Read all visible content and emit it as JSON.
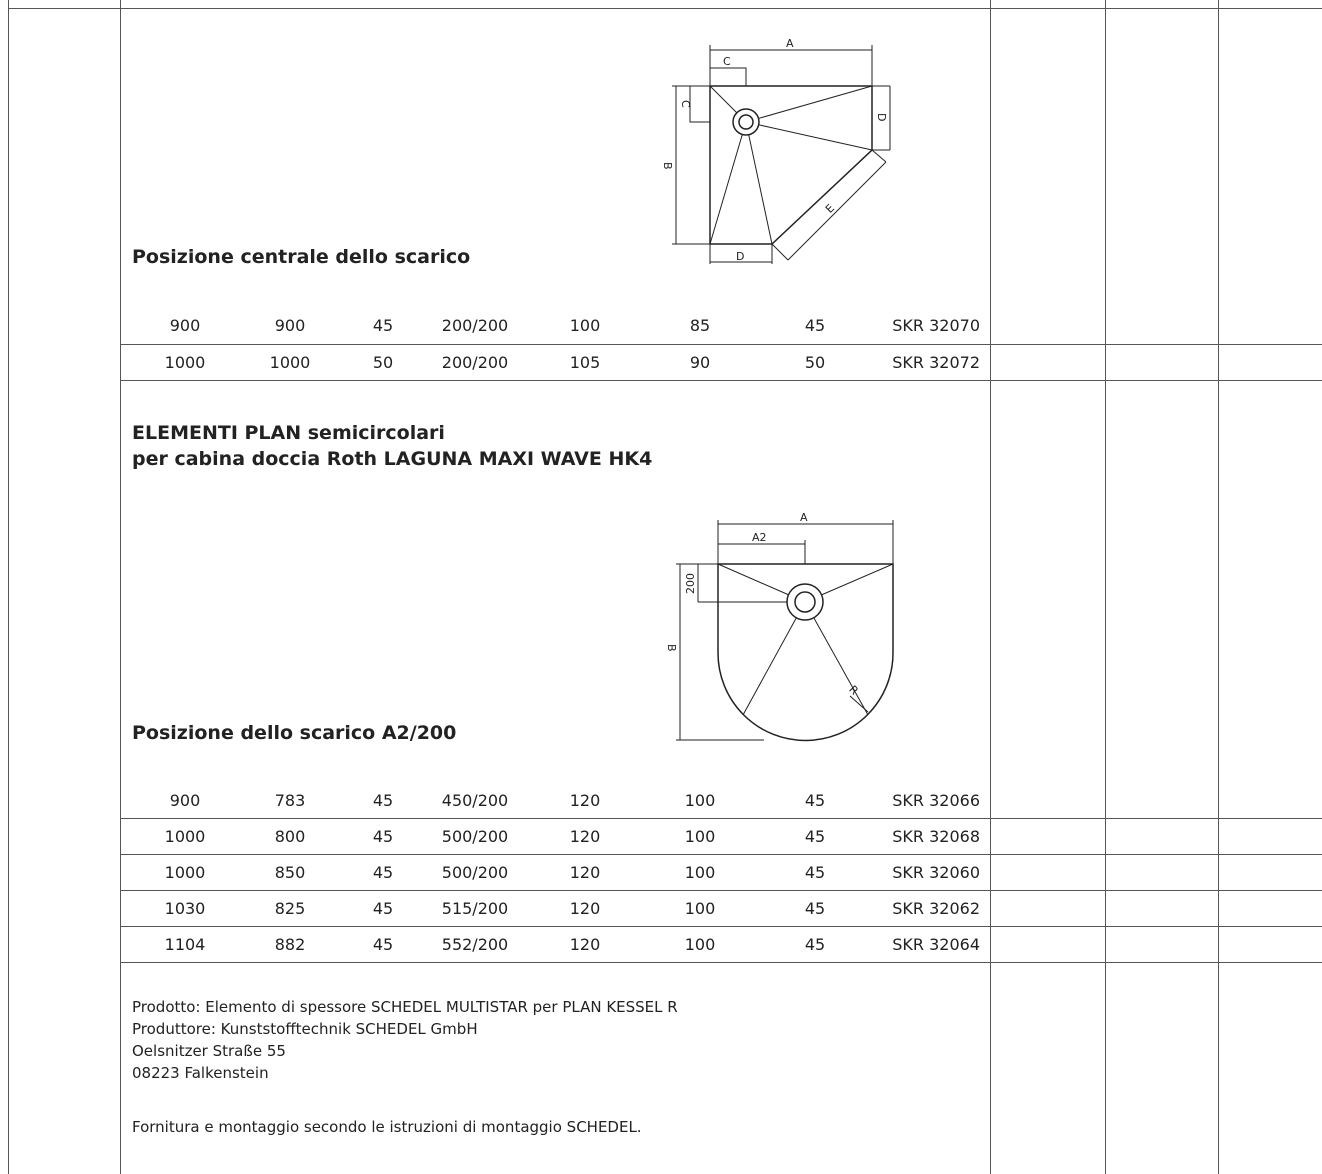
{
  "section1": {
    "caption": "Posizione centrale dello scarico",
    "diagram_labels": {
      "a": "A",
      "b": "B",
      "c_top": "C",
      "c_side": "C",
      "d_side": "D",
      "d_bottom": "D",
      "e": "E"
    },
    "rows": [
      [
        "900",
        "900",
        "45",
        "200/200",
        "100",
        "85",
        "45",
        "SKR 32070"
      ],
      [
        "1000",
        "1000",
        "50",
        "200/200",
        "105",
        "90",
        "50",
        "SKR 32072"
      ]
    ]
  },
  "section2": {
    "heading_line1": "ELEMENTI PLAN semicircolari",
    "heading_line2": "per cabina doccia Roth LAGUNA MAXI WAVE HK4",
    "caption": "Posizione dello scarico A2/200",
    "diagram_labels": {
      "a": "A",
      "a2": "A2",
      "b": "B",
      "d200": "200",
      "r": "R"
    },
    "rows": [
      [
        "900",
        "783",
        "45",
        "450/200",
        "120",
        "100",
        "45",
        "SKR 32066"
      ],
      [
        "1000",
        "800",
        "45",
        "500/200",
        "120",
        "100",
        "45",
        "SKR 32068"
      ],
      [
        "1000",
        "850",
        "45",
        "500/200",
        "120",
        "100",
        "45",
        "SKR 32060"
      ],
      [
        "1030",
        "825",
        "45",
        "515/200",
        "120",
        "100",
        "45",
        "SKR 32062"
      ],
      [
        "1104",
        "882",
        "45",
        "552/200",
        "120",
        "100",
        "45",
        "SKR 32064"
      ]
    ]
  },
  "footer": {
    "line1": "Prodotto: Elemento di spessore SCHEDEL MULTISTAR per PLAN KESSEL R",
    "line2": "Produttore: Kunststofftechnik SCHEDEL GmbH",
    "line3": "Oelsnitzer Straße 55",
    "line4": "08223 Falkenstein",
    "line5": "Fornitura e montaggio secondo le istruzioni di montaggio SCHEDEL."
  }
}
